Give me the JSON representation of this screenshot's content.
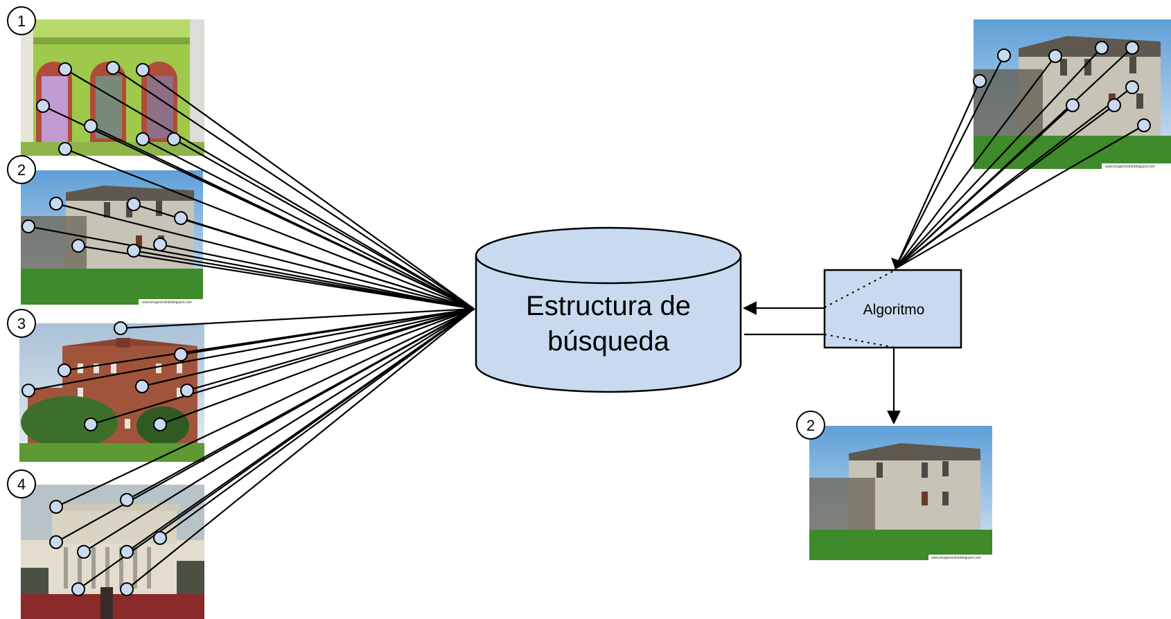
{
  "database": {
    "line1": "Estructura de",
    "line2": "búsqueda"
  },
  "algorithm": {
    "label": "Algoritmo"
  },
  "image_labels": {
    "img1": "1",
    "img2": "2",
    "img3": "3",
    "img4": "4",
    "result": "2"
  },
  "colors": {
    "node_fill": "#c9daf0",
    "cylinder_fill": "#c9daf0",
    "algo_fill": "#c9daf0",
    "stroke": "#000000"
  }
}
